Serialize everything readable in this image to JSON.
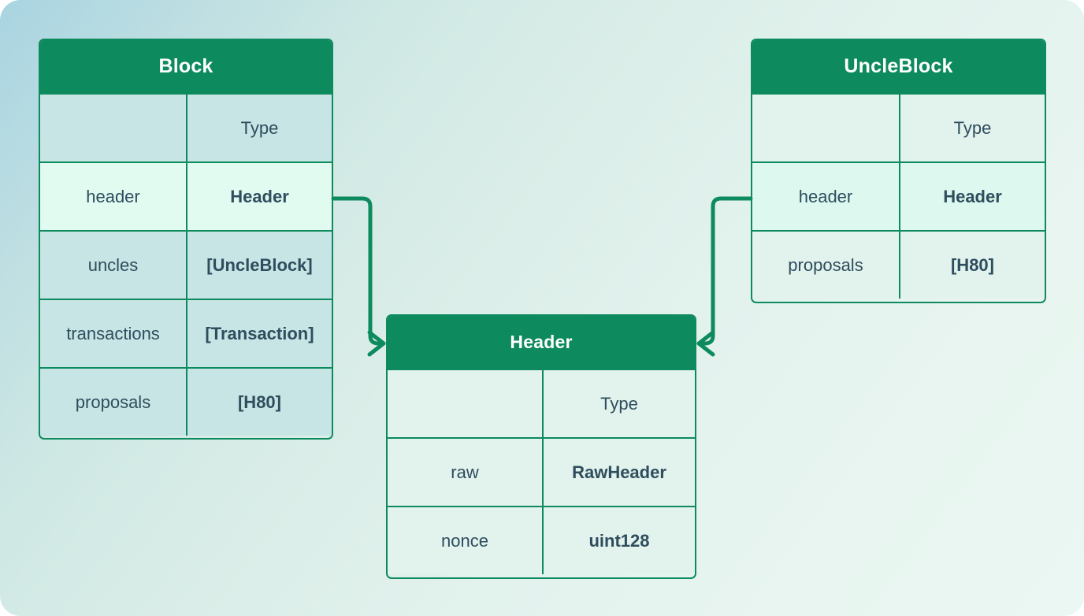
{
  "diagram": {
    "type": "entity-relationship-diagram",
    "colors": {
      "header_green": "#0d8a5e",
      "border_green": "#0d8a5e",
      "text_dark": "#2e4d5e",
      "highlight_row": "#e2fbf1",
      "background_start": "#a9d4e1",
      "background_end": "#eaf7f2"
    },
    "column_header_label": "Type",
    "entities": [
      {
        "id": "block",
        "title": "Block",
        "columns": [
          "",
          "Type"
        ],
        "rows": [
          {
            "name": "header",
            "type": "Header",
            "highlight": true
          },
          {
            "name": "uncles",
            "type": "[UncleBlock]",
            "highlight": false
          },
          {
            "name": "transactions",
            "type": "[Transaction]",
            "highlight": false
          },
          {
            "name": "proposals",
            "type": "[H80]",
            "highlight": false
          }
        ]
      },
      {
        "id": "uncleblock",
        "title": "UncleBlock",
        "columns": [
          "",
          "Type"
        ],
        "rows": [
          {
            "name": "header",
            "type": "Header",
            "highlight": true
          },
          {
            "name": "proposals",
            "type": "[H80]",
            "highlight": false
          }
        ]
      },
      {
        "id": "header",
        "title": "Header",
        "columns": [
          "",
          "Type"
        ],
        "rows": [
          {
            "name": "raw",
            "type": "RawHeader",
            "highlight": false
          },
          {
            "name": "nonce",
            "type": "uint128",
            "highlight": false
          }
        ]
      }
    ],
    "relations": [
      {
        "from": "block.header",
        "to": "header",
        "arrow": "right"
      },
      {
        "from": "uncleblock.header",
        "to": "header",
        "arrow": "left"
      }
    ]
  }
}
